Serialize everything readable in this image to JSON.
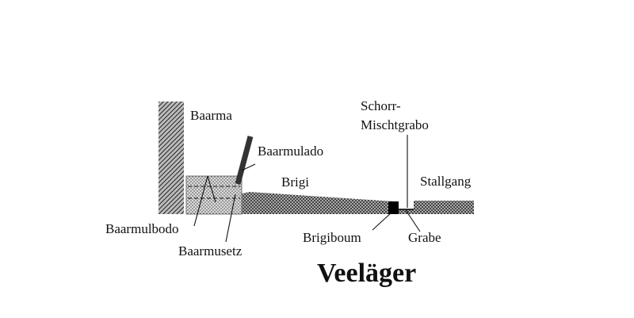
{
  "diagram": {
    "title": "Veeläger",
    "labels": {
      "baarma": "Baarma",
      "baarmulado": "Baarmulado",
      "brigi": "Brigi",
      "schorr_line1": "Schorr-",
      "schorr_line2": "Mischtgrabo",
      "stallgang": "Stallgang",
      "baarmulbodo": "Baarmulbodo",
      "baarmusetz": "Baarmusetz",
      "brigiboum": "Brigiboum",
      "grabe": "Grabe"
    }
  }
}
